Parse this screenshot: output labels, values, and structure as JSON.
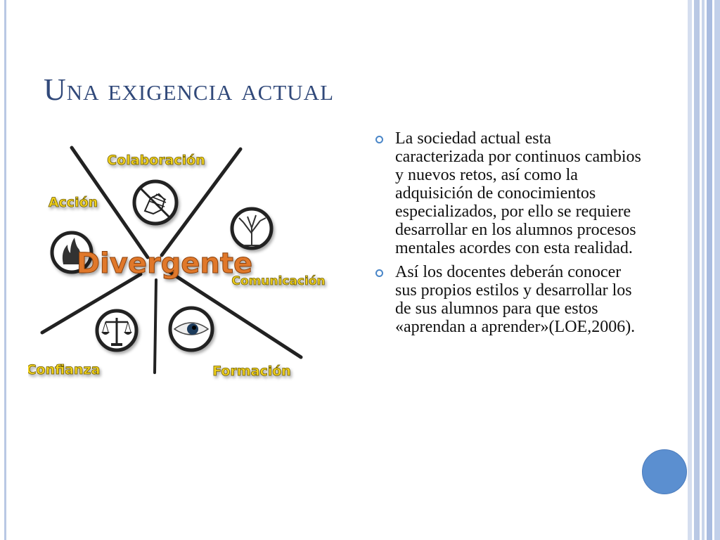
{
  "slide": {
    "title": "Una exigencia actual"
  },
  "diagram": {
    "center_label": "Divergente",
    "labels": {
      "colaboracion": "Colaboración",
      "accion": "Acción",
      "comunicacion": "Comunicación",
      "confianza": "Confianza",
      "formacion": "Formación"
    },
    "icons": [
      "hand-icon",
      "fire-icon",
      "tree-icon",
      "scales-icon",
      "eye-icon"
    ]
  },
  "bullets": [
    "La sociedad actual esta caracterizada por continuos cambios y nuevos retos, así como la adquisición de conocimientos especializados, por ello se requiere desarrollar en los alumnos procesos mentales acordes con esta realidad.",
    "Así los docentes deberán conocer sus propios estilos y desarrollar los de sus alumnos para que estos «aprendan a aprender»(LOE,2006)."
  ],
  "colors": {
    "title": "#31497a",
    "bullet_mark": "#4a86c8",
    "label_yellow": "#f2d21f",
    "center_orange": "#e0782a",
    "accent_blue": "#5b8fd0",
    "stripe_blue": "#b9c8e4"
  }
}
